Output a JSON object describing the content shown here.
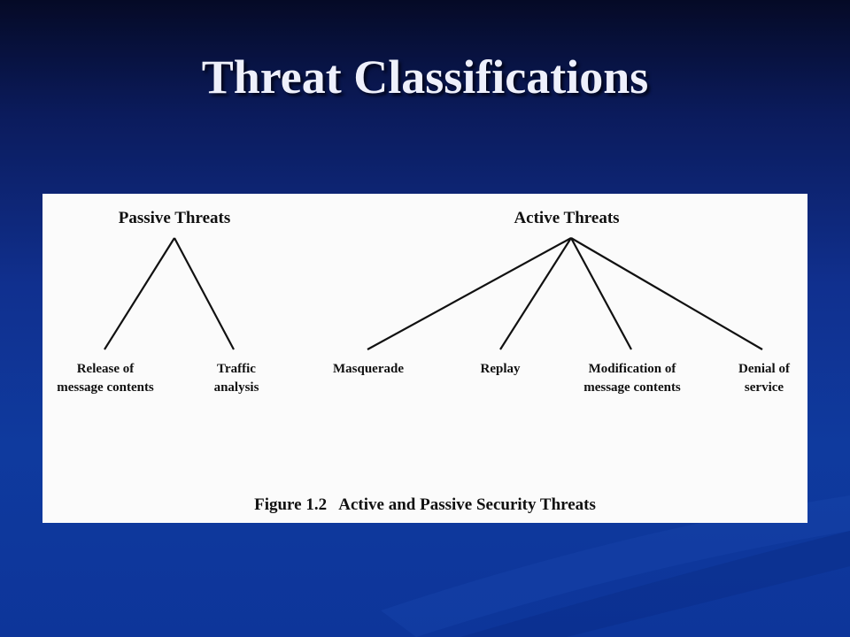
{
  "slide": {
    "title": "Threat Classifications"
  },
  "figure": {
    "caption": "Figure 1.2   Active and Passive Security Threats",
    "groups": [
      {
        "name": "Passive Threats",
        "children": [
          "Release of\nmessage contents",
          "Traffic\nanalysis"
        ]
      },
      {
        "name": "Active Threats",
        "children": [
          "Masquerade",
          "Replay",
          "Modification of\nmessage contents",
          "Denial of\nservice"
        ]
      }
    ]
  },
  "colors": {
    "background": "#10308f",
    "title_text": "#eef0fb",
    "panel": "#fbfbfb",
    "ink": "#111111"
  }
}
